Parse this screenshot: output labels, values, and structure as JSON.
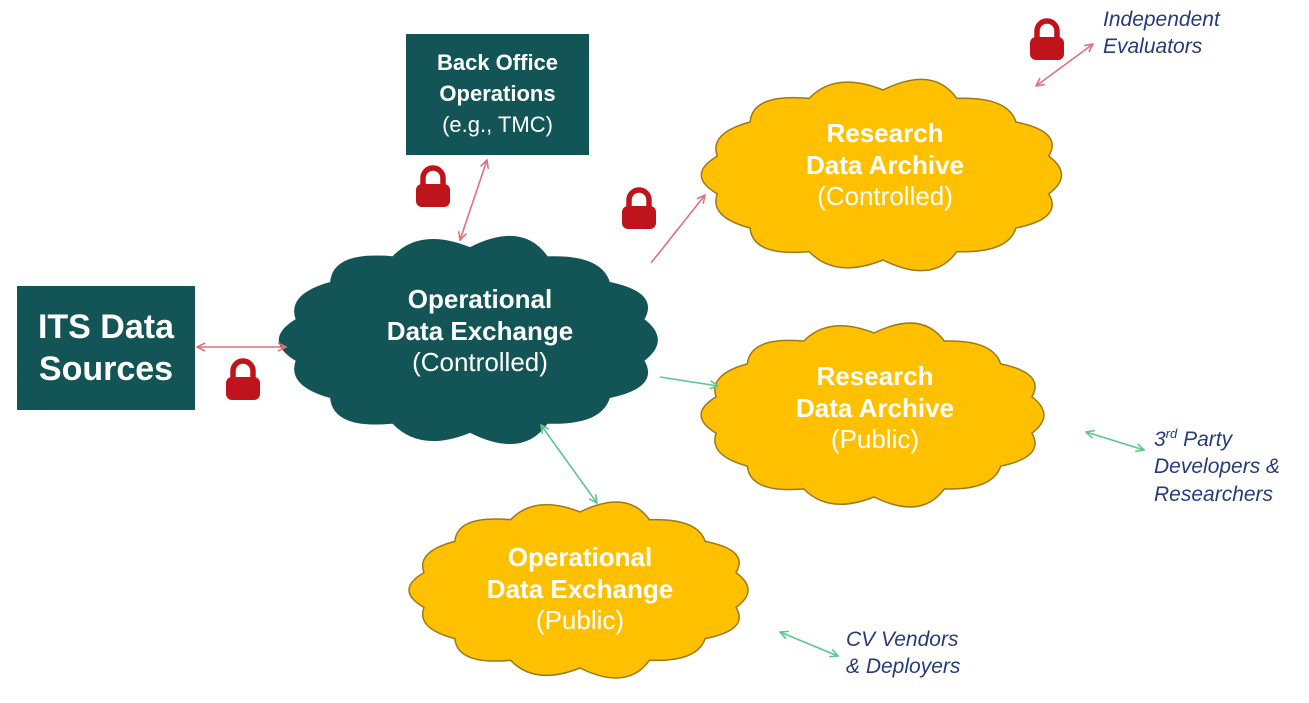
{
  "colors": {
    "teal": "#135556",
    "gold": "#FFC000",
    "gold_outline": "#9A7A1A",
    "red_arrow": "#E2707A",
    "green_arrow": "#5CC98A",
    "lock": "#C0141C",
    "external_text": "#263C7A"
  },
  "nodes": {
    "its_sources": {
      "line1": "ITS Data",
      "line2": "Sources"
    },
    "back_office": {
      "line1": "Back Office",
      "line2": "Operations",
      "line3": "(e.g., TMC)"
    },
    "ode_controlled": {
      "line1": "Operational",
      "line2": "Data Exchange",
      "line3": "(Controlled)"
    },
    "rda_controlled": {
      "line1": "Research",
      "line2": "Data Archive",
      "line3": "(Controlled)"
    },
    "rda_public": {
      "line1": "Research",
      "line2": "Data Archive",
      "line3": "(Public)"
    },
    "ode_public": {
      "line1": "Operational",
      "line2": "Data Exchange",
      "line3": "(Public)"
    }
  },
  "external": {
    "evaluators": {
      "line1": "Independent",
      "line2": "Evaluators"
    },
    "third_party": {
      "sup": "rd",
      "line1_prefix": "3",
      "line1_rest": " Party",
      "line2": "Developers &",
      "line3": "Researchers"
    },
    "cv_vendors": {
      "line1": "CV Vendors",
      "line2": "& Deployers"
    }
  },
  "icons": [
    "lock-icon",
    "double-arrow-icon"
  ]
}
